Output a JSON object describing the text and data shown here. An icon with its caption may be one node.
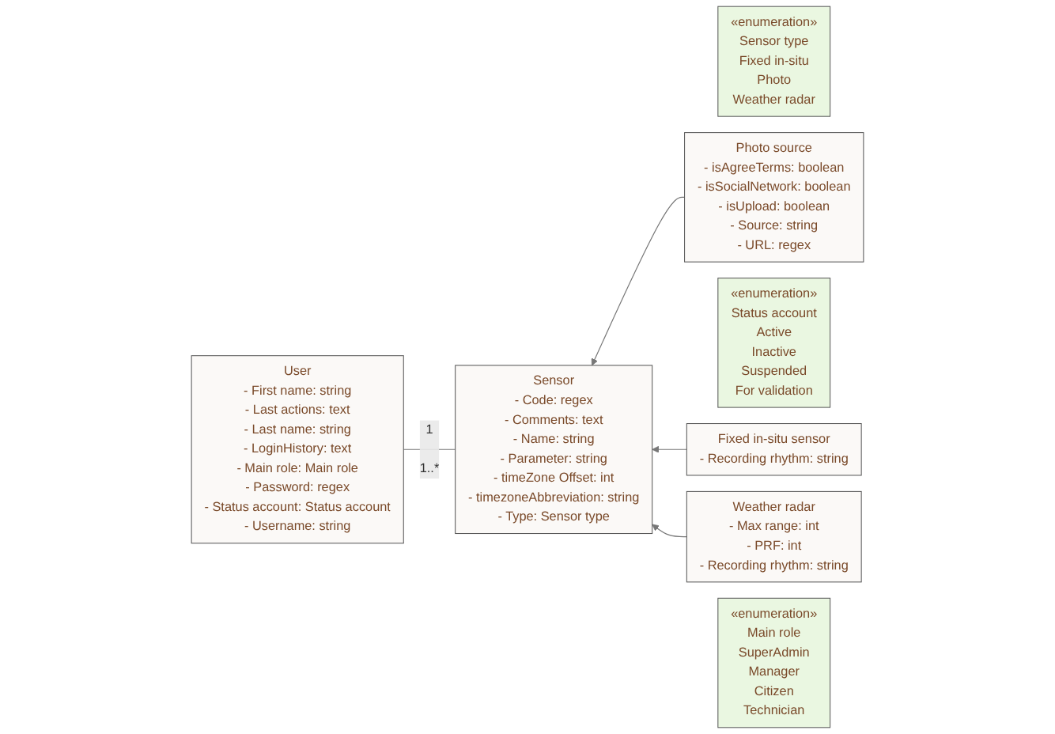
{
  "diagram": {
    "nodes": [
      {
        "text": [
          "«enumeration»",
          "Sensor type",
          "Fixed in-situ",
          "Photo",
          "Weather radar"
        ]
      },
      {
        "text": [
          "Sensor",
          "- Code: regex",
          "- Comments: text",
          "- Name: string",
          "- Parameter: string",
          "- timeZone Offset: int",
          "- timezoneAbbreviation: string",
          "- Type: Sensor type"
        ]
      },
      {
        "text": [
          "Photo source",
          "- isAgreeTerms: boolean",
          "- isSocialNetwork: boolean",
          "- isUpload: boolean",
          "- Source: string",
          "- URL: regex"
        ]
      },
      {
        "text": [
          "«enumeration»",
          "Status account",
          "Active",
          "Inactive",
          "Suspended",
          "For validation"
        ]
      },
      {
        "text": [
          "Fixed in-situ sensor",
          "- Recording rhythm: string"
        ]
      },
      {
        "text": [
          "User",
          "- First name: string",
          "- Last actions: text",
          "- Last name: string",
          "- LoginHistory: text",
          "- Main role: Main role",
          "- Password: regex",
          "- Status account: Status account",
          "- Username: string"
        ]
      },
      {
        "text": [
          "Weather radar",
          "- Max range: int",
          "- PRF: int",
          "- Recording rhythm: string"
        ]
      },
      {
        "text": [
          "«enumeration»",
          "Main role",
          "SuperAdmin",
          "Manager",
          "Citizen",
          "Technician"
        ]
      }
    ],
    "edges": [
      {
        "from": 2,
        "to": 1,
        "arrow": "to"
      },
      {
        "from": 4,
        "to": 1,
        "arrow": "to"
      },
      {
        "from": 6,
        "to": 1,
        "arrow": "to"
      },
      {
        "from": 1,
        "to": 5,
        "arrow": "none"
      }
    ],
    "labels": [
      "1",
      "1..*"
    ]
  }
}
